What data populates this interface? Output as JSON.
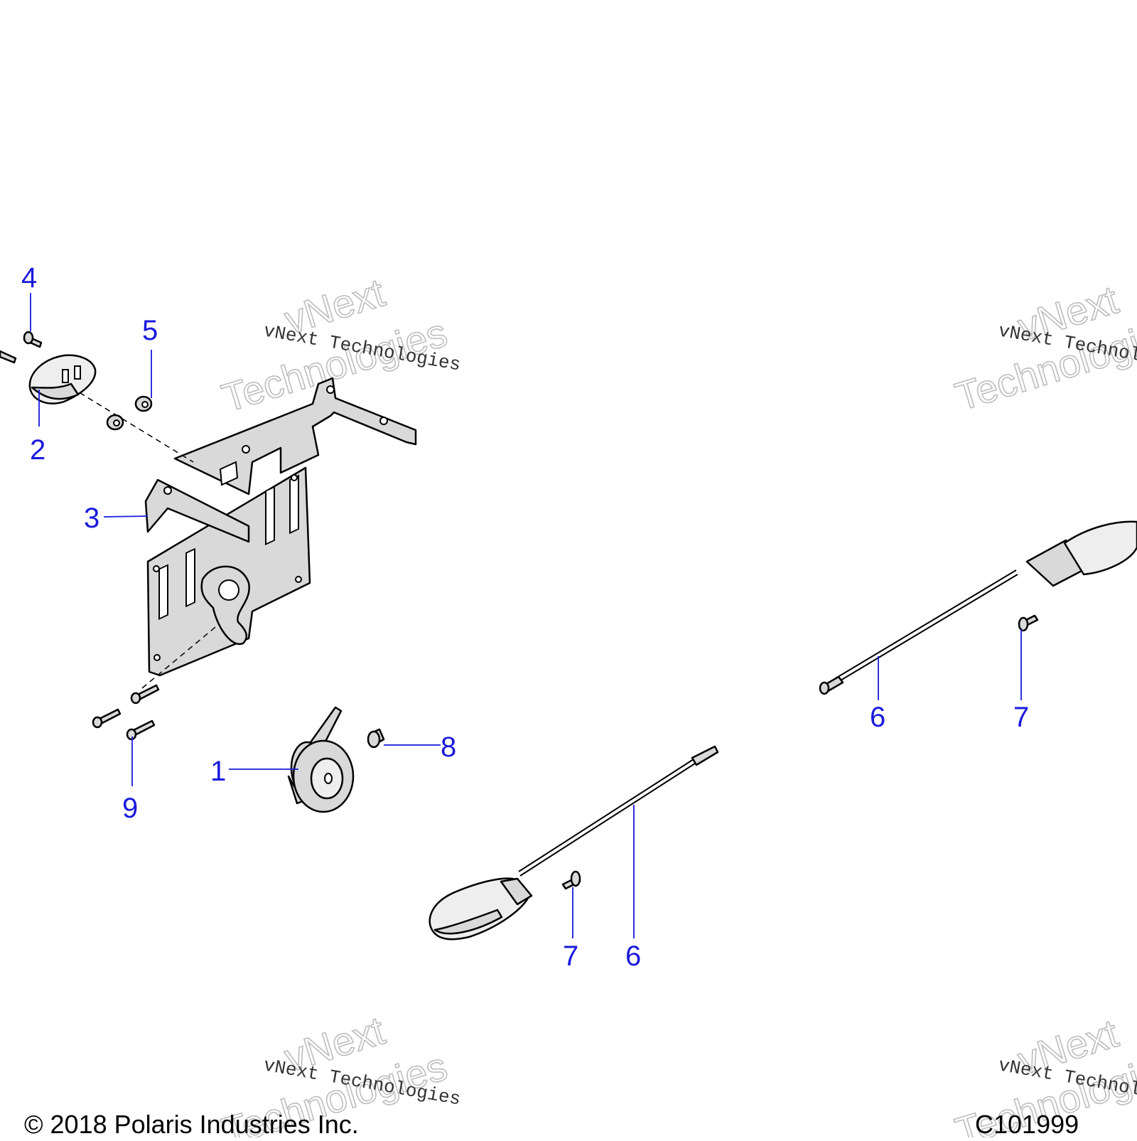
{
  "callouts": [
    {
      "id": "c4",
      "label": "4"
    },
    {
      "id": "c5",
      "label": "5"
    },
    {
      "id": "c2",
      "label": "2"
    },
    {
      "id": "c3",
      "label": "3"
    },
    {
      "id": "c1",
      "label": "1"
    },
    {
      "id": "c8",
      "label": "8"
    },
    {
      "id": "c9",
      "label": "9"
    },
    {
      "id": "c6a",
      "label": "6"
    },
    {
      "id": "c7a",
      "label": "7"
    },
    {
      "id": "c6b",
      "label": "6"
    },
    {
      "id": "c7b",
      "label": "7"
    }
  ],
  "watermark": {
    "line_small": "vNext Technologies",
    "line_big_1": "vNext",
    "line_big_2": "Technologies"
  },
  "footer": {
    "copyright": "© 2018 Polaris Industries Inc.",
    "diagram_code": "C101999"
  }
}
